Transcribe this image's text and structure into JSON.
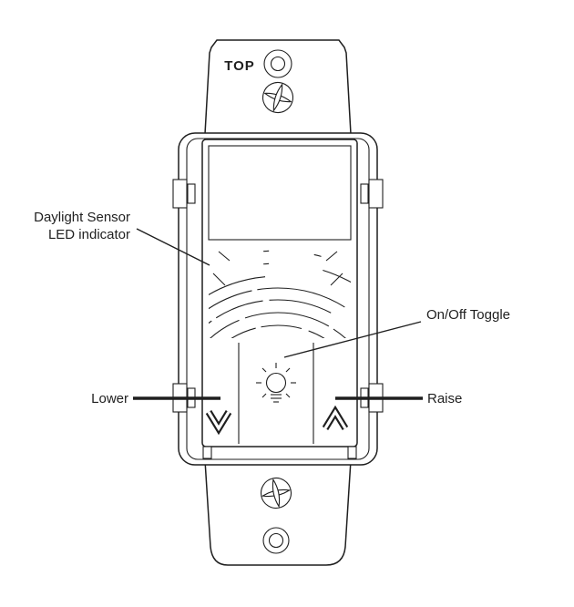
{
  "diagram": {
    "title": "Sensor switch callout diagram",
    "colors": {
      "ink": "#1f1f1f",
      "background": "#ffffff"
    },
    "labels": {
      "top_marking": "TOP",
      "daylight_sensor_line1": "Daylight Sensor",
      "daylight_sensor_line2": "LED indicator",
      "onoff_toggle": "On/Off Toggle",
      "lower": "Lower",
      "raise": "Raise"
    }
  }
}
